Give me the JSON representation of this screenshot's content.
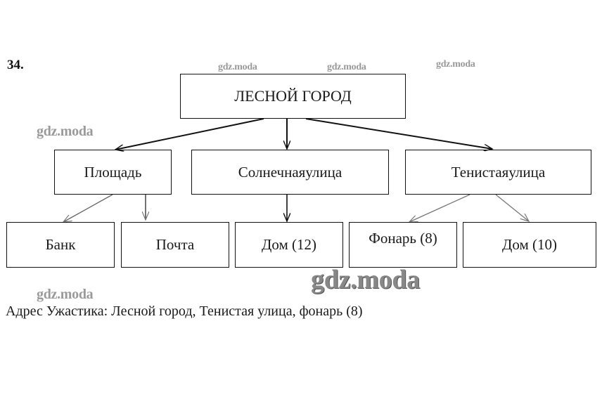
{
  "task_number": "34.",
  "diagram": {
    "root": "ЛЕСНОЙ ГОРОД",
    "level1": [
      {
        "id": "ploshad",
        "label": "Площадь"
      },
      {
        "id": "solnechnaya",
        "label": "Солнечнаяулица"
      },
      {
        "id": "tenistaya",
        "label": "Тенистаяулица"
      }
    ],
    "level2": [
      {
        "id": "bank",
        "label": "Банк",
        "parent": "ploshad"
      },
      {
        "id": "pochta",
        "label": "Почта",
        "parent": "ploshad"
      },
      {
        "id": "dom12",
        "label": "Дом (12)",
        "parent": "solnechnaya"
      },
      {
        "id": "fonar8",
        "label": "Фонарь (8)",
        "parent": "tenistaya"
      },
      {
        "id": "dom10",
        "label": "Дом (10)",
        "parent": "tenistaya"
      }
    ]
  },
  "caption": "Адрес Ужастика: Лесной город, Тенистая улица, фонарь (8)",
  "watermarks": [
    "gdz.moda",
    "gdz.moda",
    "gdz.moda",
    "gdz.moda",
    "gdz.moda",
    "gdz.moda"
  ]
}
